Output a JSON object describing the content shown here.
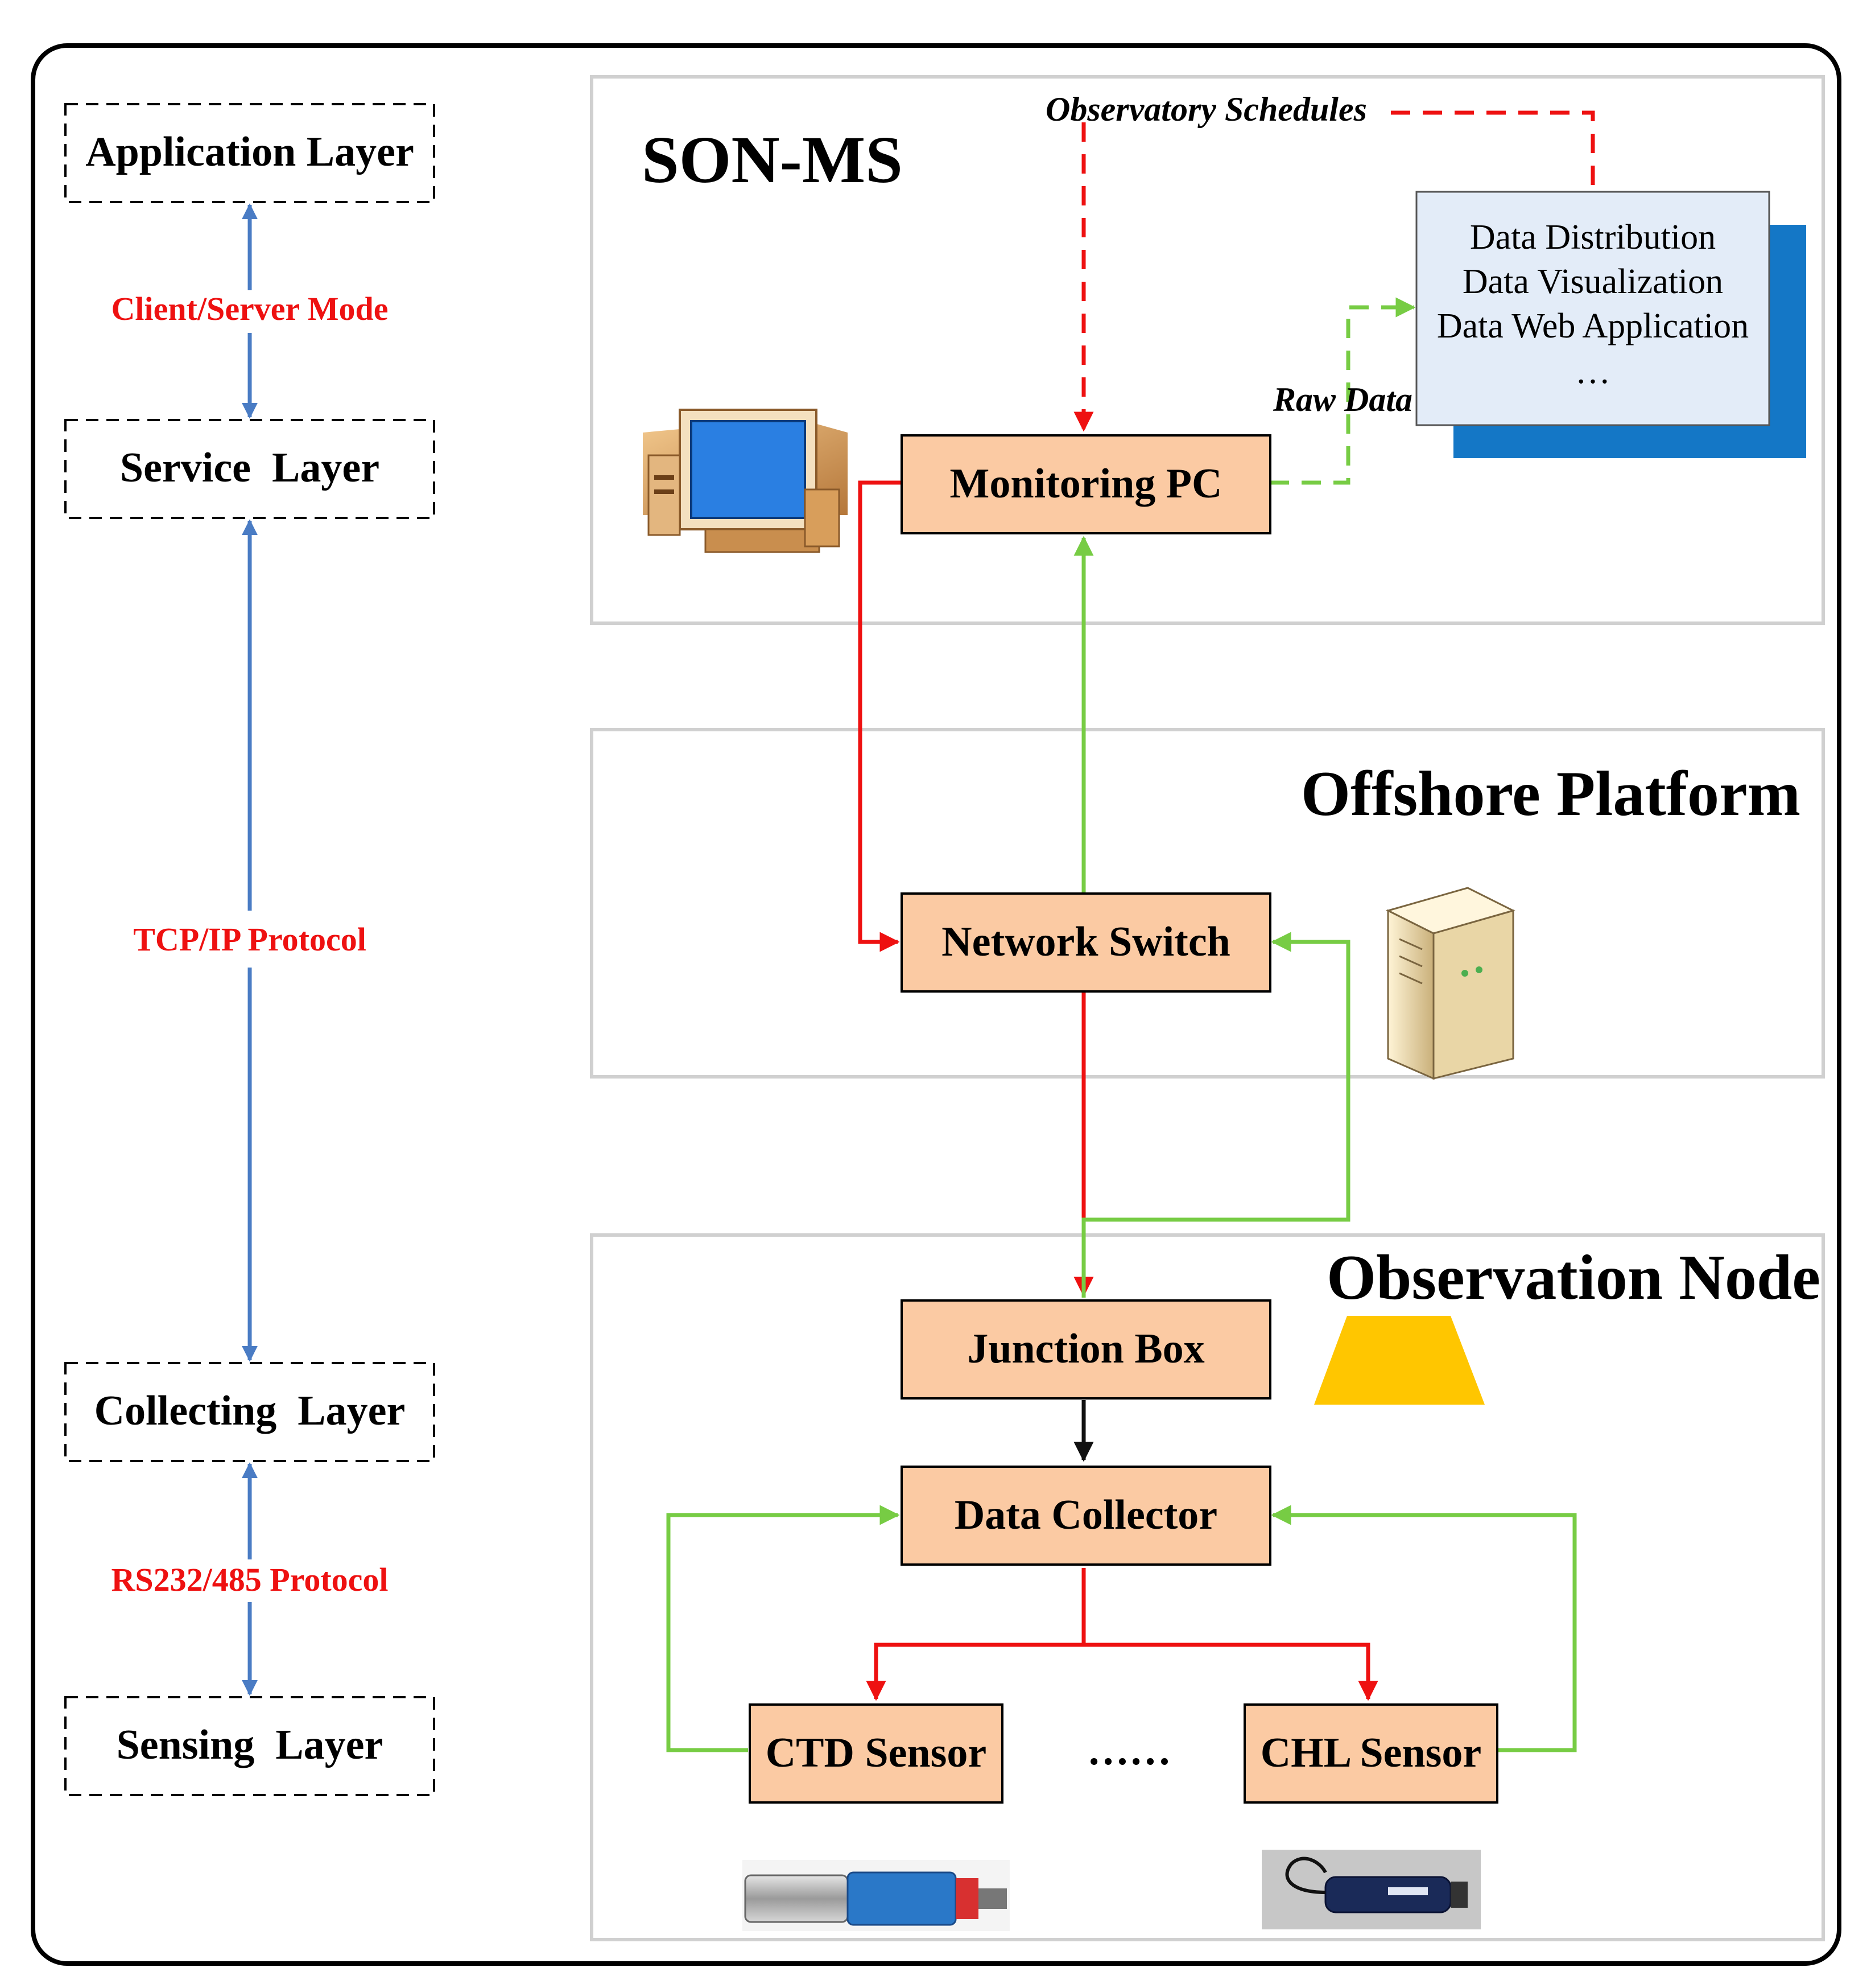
{
  "layers": {
    "application": "Application Layer",
    "service": "Service  Layer",
    "collecting": "Collecting  Layer",
    "sensing": "Sensing  Layer"
  },
  "protocols": {
    "client_server": "Client/Server Mode",
    "tcp_ip": "TCP/IP Protocol",
    "rs232_485": "RS232/485 Protocol"
  },
  "regions": {
    "son_ms": "SON-MS",
    "offshore_platform": "Offshore Platform",
    "observation_node": "Observation Node"
  },
  "nodes": {
    "monitoring_pc": "Monitoring PC",
    "network_switch": "Network Switch",
    "junction_box": "Junction Box",
    "data_collector": "Data Collector",
    "ctd_sensor": "CTD Sensor",
    "chl_sensor": "CHL Sensor",
    "sensor_ellipsis": "……"
  },
  "services": {
    "data_distribution": "Data Distribution",
    "data_visualization": "Data Visualization",
    "data_web_application": "Data Web Application",
    "more": "…"
  },
  "flow_labels": {
    "observatory_schedules": "Observatory Schedules",
    "raw_data": "Raw Data"
  },
  "colors": {
    "control_flow": "#ee1111",
    "data_flow": "#77cc44",
    "layer_arrow": "#4a7cc4",
    "protocol_text": "#ee1111",
    "node_fill": "#fbcaa3",
    "service_fill": "#e3ecf8",
    "service_shadow": "#1477c6",
    "junction_icon": "#ffc600"
  }
}
